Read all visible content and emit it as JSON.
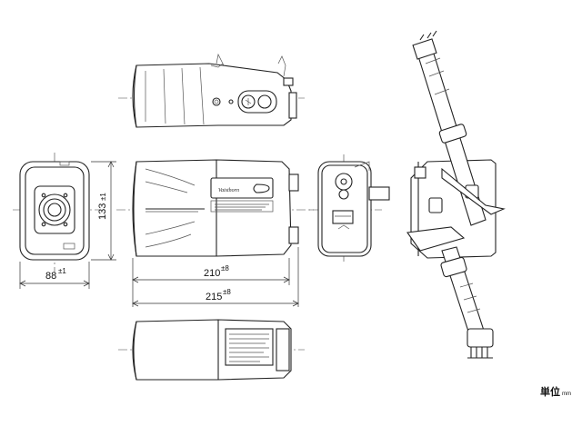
{
  "dimensions": {
    "height": {
      "value": "133",
      "tolerance": "±1"
    },
    "width": {
      "value": "88",
      "tolerance": "±1"
    },
    "body_length": {
      "value": "210",
      "tolerance": "±8"
    },
    "total_length": {
      "value": "215",
      "tolerance": "±8"
    }
  },
  "labels": {
    "brand": "Vaisthorn",
    "unit_main": "単位",
    "unit_sub": "mm"
  },
  "colors": {
    "line": "#222222",
    "background": "#ffffff"
  }
}
